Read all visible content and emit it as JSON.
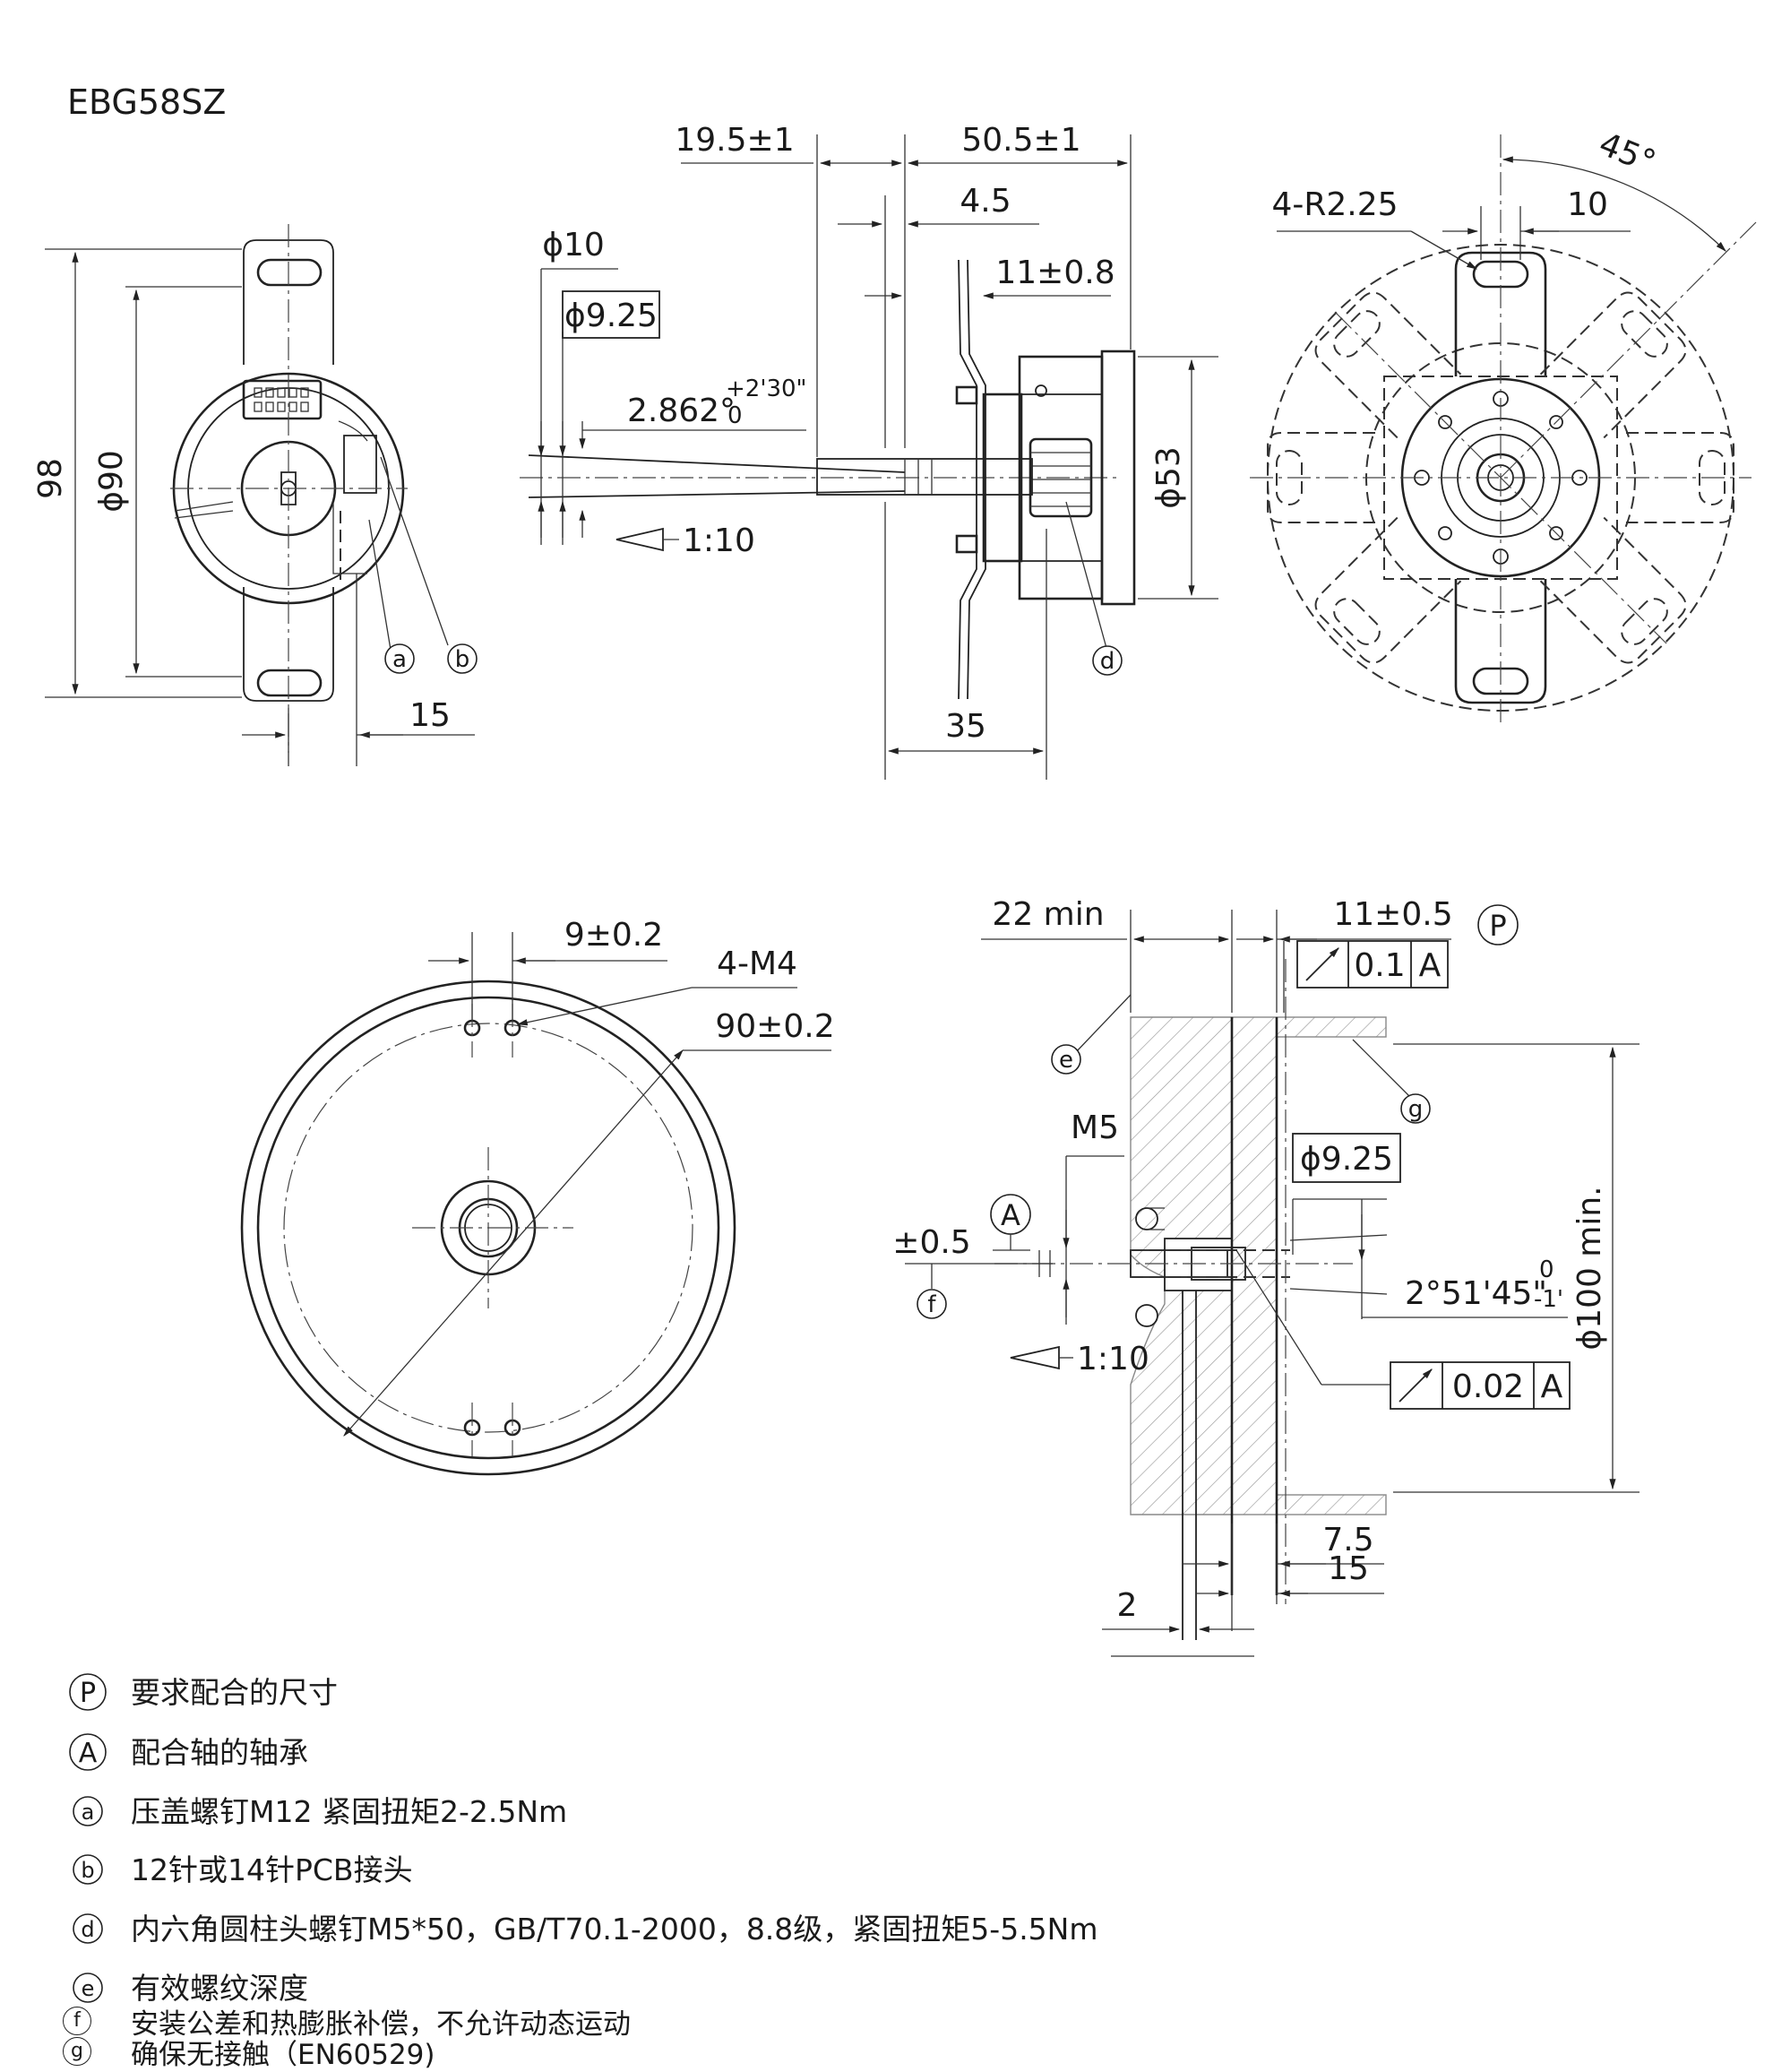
{
  "title": "EBG58SZ",
  "dims": {
    "d_98": "98",
    "d_phi90": "ϕ90",
    "d_15a": "15",
    "d_19_5": "19.5±1",
    "d_50_5": "50.5±1",
    "d_4_5": "4.5",
    "d_11_0_8": "11±0.8",
    "d_phi10": "ϕ10",
    "d_phi9_25_box": "ϕ9.25",
    "d_angle_main": "2.862°",
    "d_angle_up": "+2'30\"",
    "d_angle_low": "0",
    "d_taper_a": "1:10",
    "d_phi53": "ϕ53",
    "d_35": "35",
    "d_4r225": "4-R2.25",
    "d_10": "10",
    "d_45": "45°",
    "d_9_02": "9±0.2",
    "d_4m4": "4-M4",
    "d_90_02": "90±0.2",
    "d_22min": "22 min",
    "d_11_05": "11±0.5",
    "d_m5": "M5",
    "d_pm05": "±0.5",
    "d_phi9_25_b": "ϕ9.25",
    "d_angle2_main": "2°51'45\"",
    "d_angle2_up": "0",
    "d_angle2_low": "-1'",
    "d_taper_b": "1:10",
    "d_phi100": "ϕ100 min.",
    "d_7_5": "7.5",
    "d_15b": "15",
    "d_2": "2"
  },
  "tolerance_frames": [
    {
      "value": "0.1",
      "datum": "A"
    },
    {
      "value": "0.02",
      "datum": "A"
    }
  ],
  "callouts": {
    "a": "a",
    "b": "b",
    "d": "d",
    "e": "e",
    "f": "f",
    "g": "g",
    "A": "A",
    "P": "P"
  },
  "legend": [
    {
      "symbol": "P",
      "text": "要求配合的尺寸"
    },
    {
      "symbol": "A",
      "text": "配合轴的轴承"
    },
    {
      "symbol": "a",
      "text": "压盖螺钉M12    紧固扭矩2-2.5Nm"
    },
    {
      "symbol": "b",
      "text": "12针或14针PCB接头"
    },
    {
      "symbol": "d",
      "text": "内六角圆柱头螺钉M5*50，GB/T70.1-2000，8.8级，紧固扭矩5-5.5Nm"
    },
    {
      "symbol": "e",
      "text": "有效螺纹深度"
    },
    {
      "symbol": "f",
      "text": "安装公差和热膨胀补偿，不允许动态运动"
    },
    {
      "symbol": "g",
      "text": "确保无接触（EN60529)"
    }
  ]
}
